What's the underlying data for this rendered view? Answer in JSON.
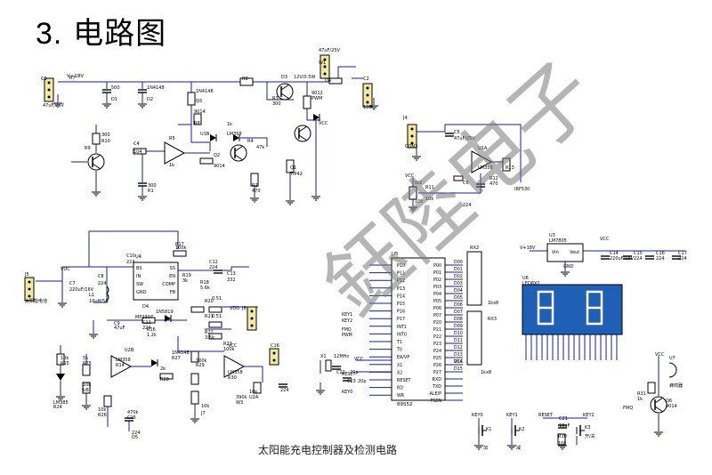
{
  "heading": {
    "number": "3.",
    "title": "电路图"
  },
  "caption": "太阳能充电控制器及检测电路",
  "watermark": "鈺陸电子",
  "colors": {
    "wire": "#1a1aa8",
    "component": "#000000",
    "chip_fill": "#ffffff",
    "display_fill": "#1f5fb5",
    "display_segment": "#ffffff"
  },
  "top_circuit": {
    "connectors": [
      "J1",
      "J2",
      "J3",
      "CON3",
      "CON3",
      "CON3"
    ],
    "supply": "V+18V",
    "parts": [
      "C1",
      "47uF/25V",
      "C2",
      "47uF/25V",
      "W1",
      "100",
      "R7",
      "500",
      "D1",
      "1N4148",
      "D2",
      "1N4148",
      "Q3",
      "9014",
      "R8",
      "1k",
      "U1B",
      "LM358",
      "R4",
      "47k",
      "Q2",
      "9014",
      "R5",
      "1k",
      "C4",
      "104",
      "R9",
      "300",
      "R10",
      "300",
      "R1",
      "R2",
      "470",
      "Q1",
      "TIP42",
      "R0",
      "R3",
      "300",
      "D3",
      "12V/0.5W",
      "Q4",
      "9012",
      "PWM",
      "VCC"
    ]
  },
  "right_circuit": {
    "parts": [
      "J4",
      "CON3",
      "C5",
      "47uF/25V",
      "U1A",
      "LM358",
      "R12",
      "470",
      "R13",
      "IRF530",
      "C6",
      "224",
      "W2",
      "10k",
      "R11",
      "10k",
      "VCC"
    ]
  },
  "bottom_left": {
    "parts": [
      "J5",
      "太阳能电池",
      "VDC",
      "C7",
      "220uF/16V",
      "C8",
      "224",
      "L1",
      "10uH/5A",
      "C9",
      "47uF",
      "C10",
      "224",
      "U4",
      "MP2307",
      "R17",
      "100k",
      "C12",
      "224",
      "C13",
      "332",
      "R18",
      "5.6k",
      "R19",
      "3k",
      "D4",
      "1N5819",
      "C11",
      "224",
      "R16",
      "1.2k",
      "R20",
      "0.51",
      "R21",
      "0.51",
      "R22",
      "3.6k",
      "R23",
      "100k",
      "J6",
      "VDD",
      "VCC",
      "U2B",
      "LM358",
      "R14",
      "10k",
      "R15",
      "5k",
      "R25",
      "10k",
      "U8",
      "LM385",
      "R24",
      "10k",
      "R26",
      "470k",
      "C15",
      "224",
      "D5",
      "1N4148",
      "R27",
      "2k",
      "R28",
      "100k",
      "R29",
      "10k",
      "U2A",
      "LM358",
      "R30",
      "390k",
      "W3",
      "10k",
      "J7",
      "C16",
      "224"
    ],
    "chip_pins_left": [
      "BS",
      "IN",
      "SW",
      "GND"
    ],
    "chip_pins_right": [
      "SS",
      "EN",
      "COMP",
      "FB"
    ]
  },
  "mcu": {
    "name": "U5",
    "model": "89S52",
    "left_pins": [
      "P10",
      "P11",
      "P12",
      "P13",
      "P14",
      "P15",
      "P16",
      "P17",
      "INT1",
      "INT0",
      "T1",
      "T0",
      "EA/VP",
      "X1",
      "X2",
      "RESET",
      "RD",
      "WR"
    ],
    "right_pins": [
      "P00",
      "P01",
      "P02",
      "P03",
      "P04",
      "P05",
      "P06",
      "P07",
      "P20",
      "P21",
      "P22",
      "P23",
      "P24",
      "P25",
      "P26",
      "P27",
      "RXD",
      "TXD",
      "ALE/P",
      "PSEN"
    ],
    "nets": [
      "KEY1",
      "KEY2",
      "FMQ",
      "PWM",
      "RESET",
      "KEY0",
      "VCC",
      "D00",
      "D01",
      "D02",
      "D03",
      "D04",
      "D05",
      "D06",
      "D07",
      "D08",
      "D09",
      "D10",
      "D11",
      "D12",
      "D13",
      "D14",
      "D15"
    ],
    "crystal": [
      "X1",
      "12MHz",
      "C22",
      "20p",
      "C23",
      "20p"
    ],
    "rx": [
      "RX2",
      "RX3",
      "1kx8",
      "1kx8",
      "VCC"
    ]
  },
  "bottom_right": {
    "parts": [
      "U3",
      "LM7805",
      "V+18V",
      "Vin",
      "Vout",
      "GND",
      "C14",
      "220uF/16V",
      "C15",
      "224",
      "C16",
      "224",
      "C17",
      "224",
      "VCC",
      "U6",
      "LED8X2",
      "U7",
      "蜂鸣器",
      "R31",
      "1k",
      "Q6",
      "9014",
      "FMQ",
      "VCC",
      "KEY0",
      "K1",
      "加",
      "KEY1",
      "K2",
      "减",
      "RESET",
      "C21",
      "10uF",
      "R30",
      "10k",
      "KEY2",
      "K3",
      "开/关"
    ]
  }
}
